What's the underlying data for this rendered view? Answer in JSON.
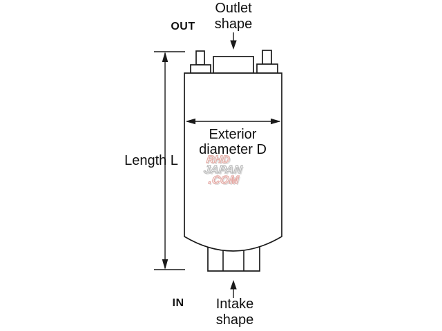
{
  "canvas": {
    "background": "#ffffff",
    "line_color": "#1a1a1a"
  },
  "diagram": {
    "labels": {
      "out": "OUT",
      "outlet_shape": "Outlet\nshape",
      "exterior_diameter": "Exterior\ndiameter D",
      "length": "Length L",
      "in": "IN",
      "intake_shape": "Intake\nshape"
    }
  },
  "watermark": {
    "lines": [
      {
        "text": "RHD",
        "color": "#e2a39b"
      },
      {
        "text": "JAPAN",
        "color": "#b3b3b3"
      },
      {
        "text": ".COM",
        "color": "#e29e98"
      }
    ],
    "shadow_color": "#b9b9b9"
  }
}
